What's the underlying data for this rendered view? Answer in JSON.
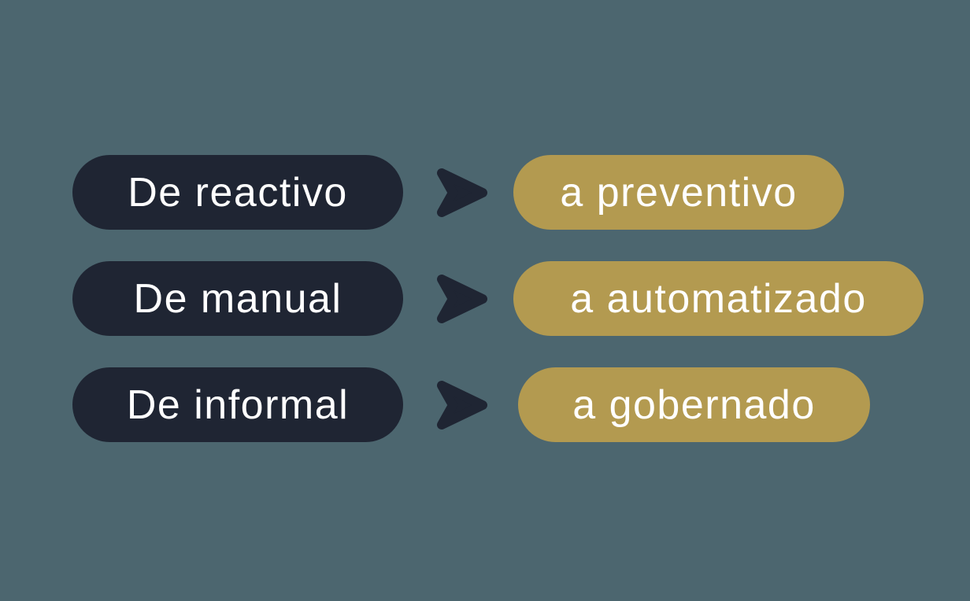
{
  "diagram": {
    "rows": [
      {
        "from": "De reactivo",
        "to": "a preventivo"
      },
      {
        "from": "De manual",
        "to": "a automatizado"
      },
      {
        "from": "De informal",
        "to": "a gobernado"
      }
    ],
    "arrow_icon": "chevron-right-icon",
    "colors": {
      "background": "#4C666F",
      "from_pill": "#1F2533",
      "to_pill": "#B39A50",
      "arrow": "#1F2533",
      "text": "#FFFFFF"
    }
  }
}
